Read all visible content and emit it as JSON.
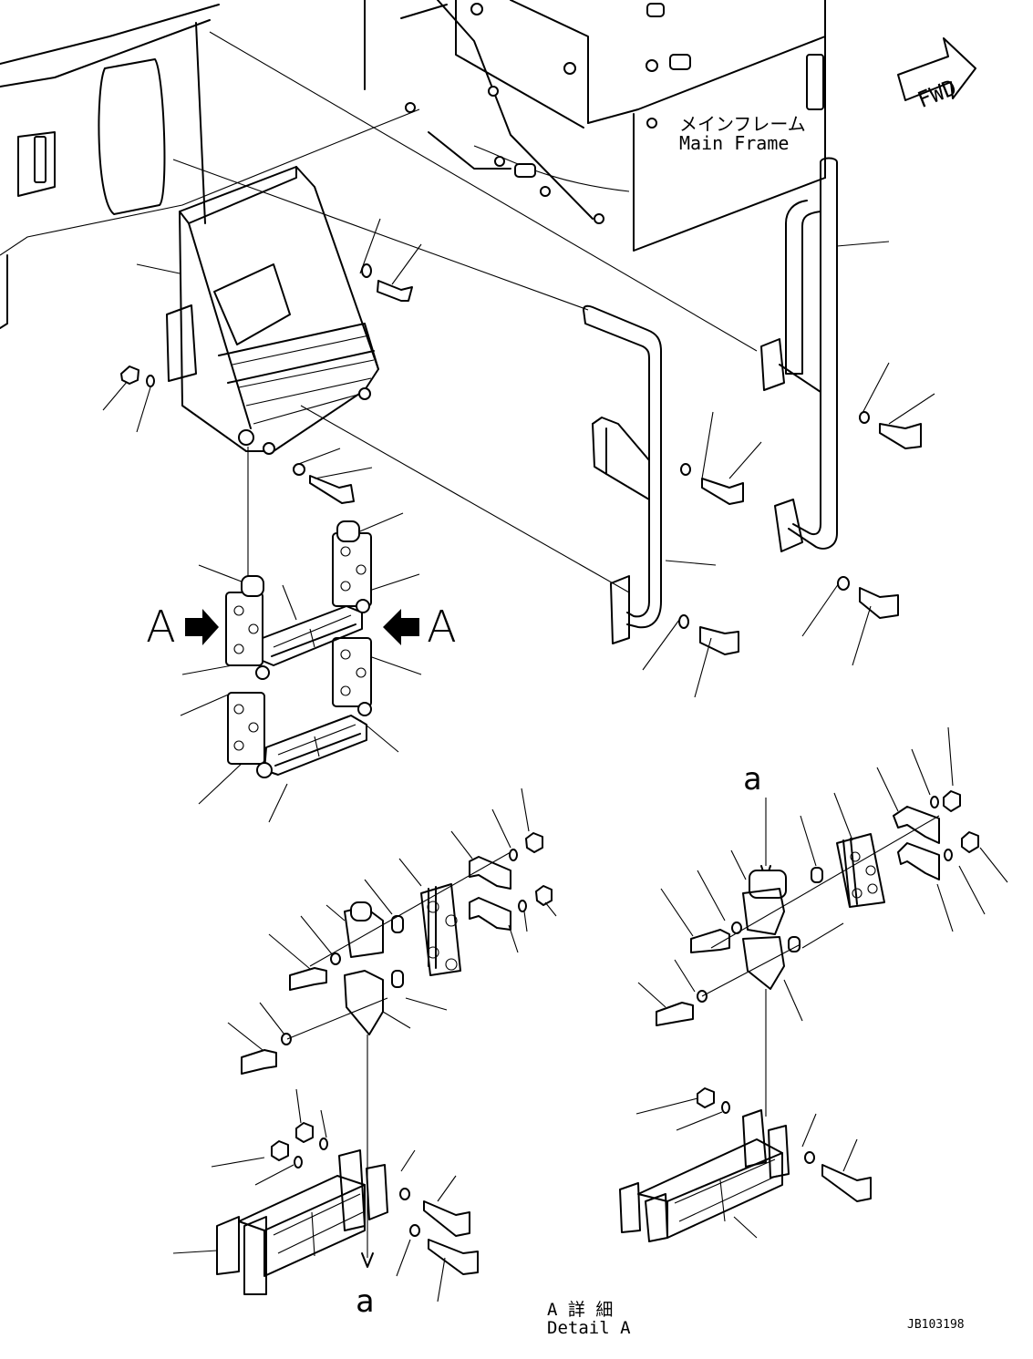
{
  "labels": {
    "fwd": "FWD",
    "main_frame_jp": "メインフレーム",
    "main_frame_en": "Main Frame",
    "view_a_left": "A",
    "view_a_right": "A",
    "ref_a_top": "a",
    "ref_a_bottom": "a",
    "detail_jp": "A 詳 細",
    "detail_en": "Detail A",
    "drawing_no": "JB103198"
  }
}
